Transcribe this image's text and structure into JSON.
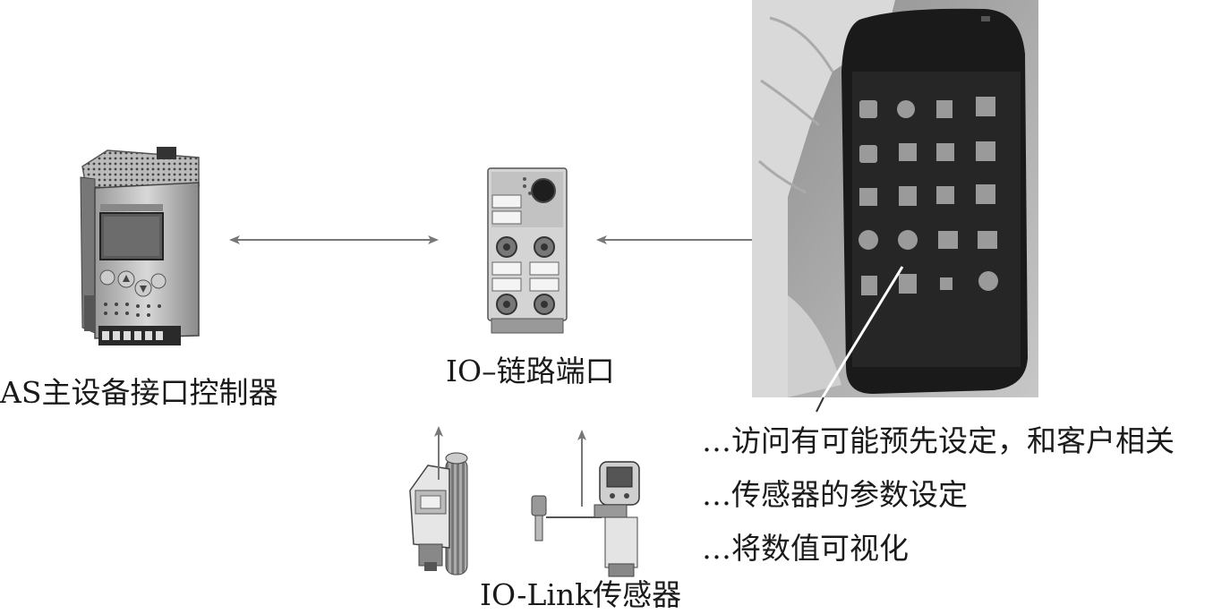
{
  "labels": {
    "as_controller": "AS主设备接口控制器",
    "io_link_port": "IO–链路端口",
    "io_link_sensor": "IO-Link传感器"
  },
  "bullets": [
    "…访问有可能预先设定，和客户相关",
    "…传感器的参数设定",
    "…将数值可视化"
  ]
}
